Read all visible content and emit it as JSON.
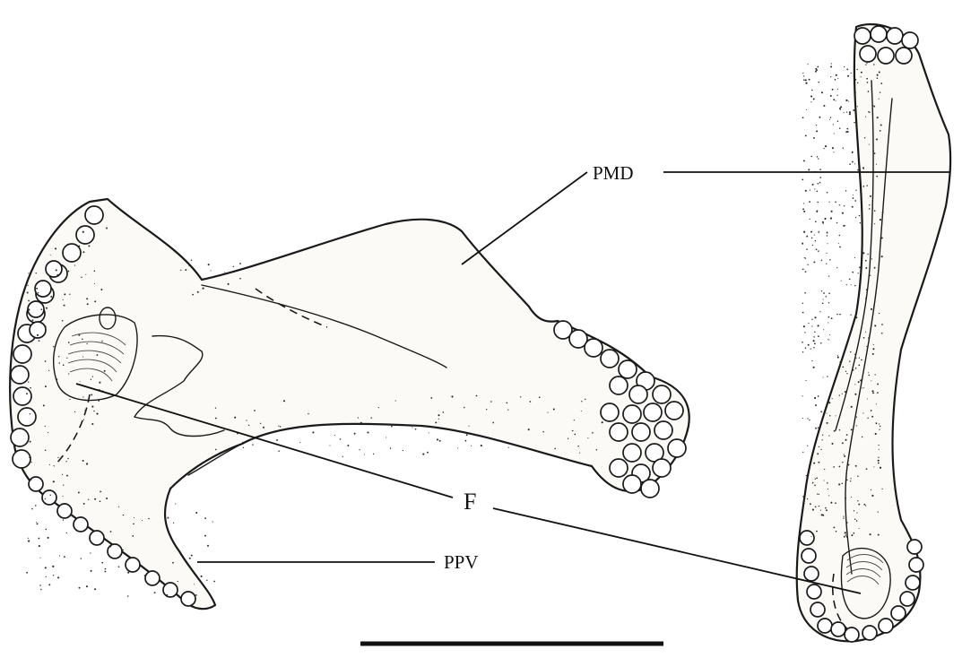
{
  "labels": {
    "pmd": "PMD",
    "f": "F",
    "ppv": "PPV"
  }
}
